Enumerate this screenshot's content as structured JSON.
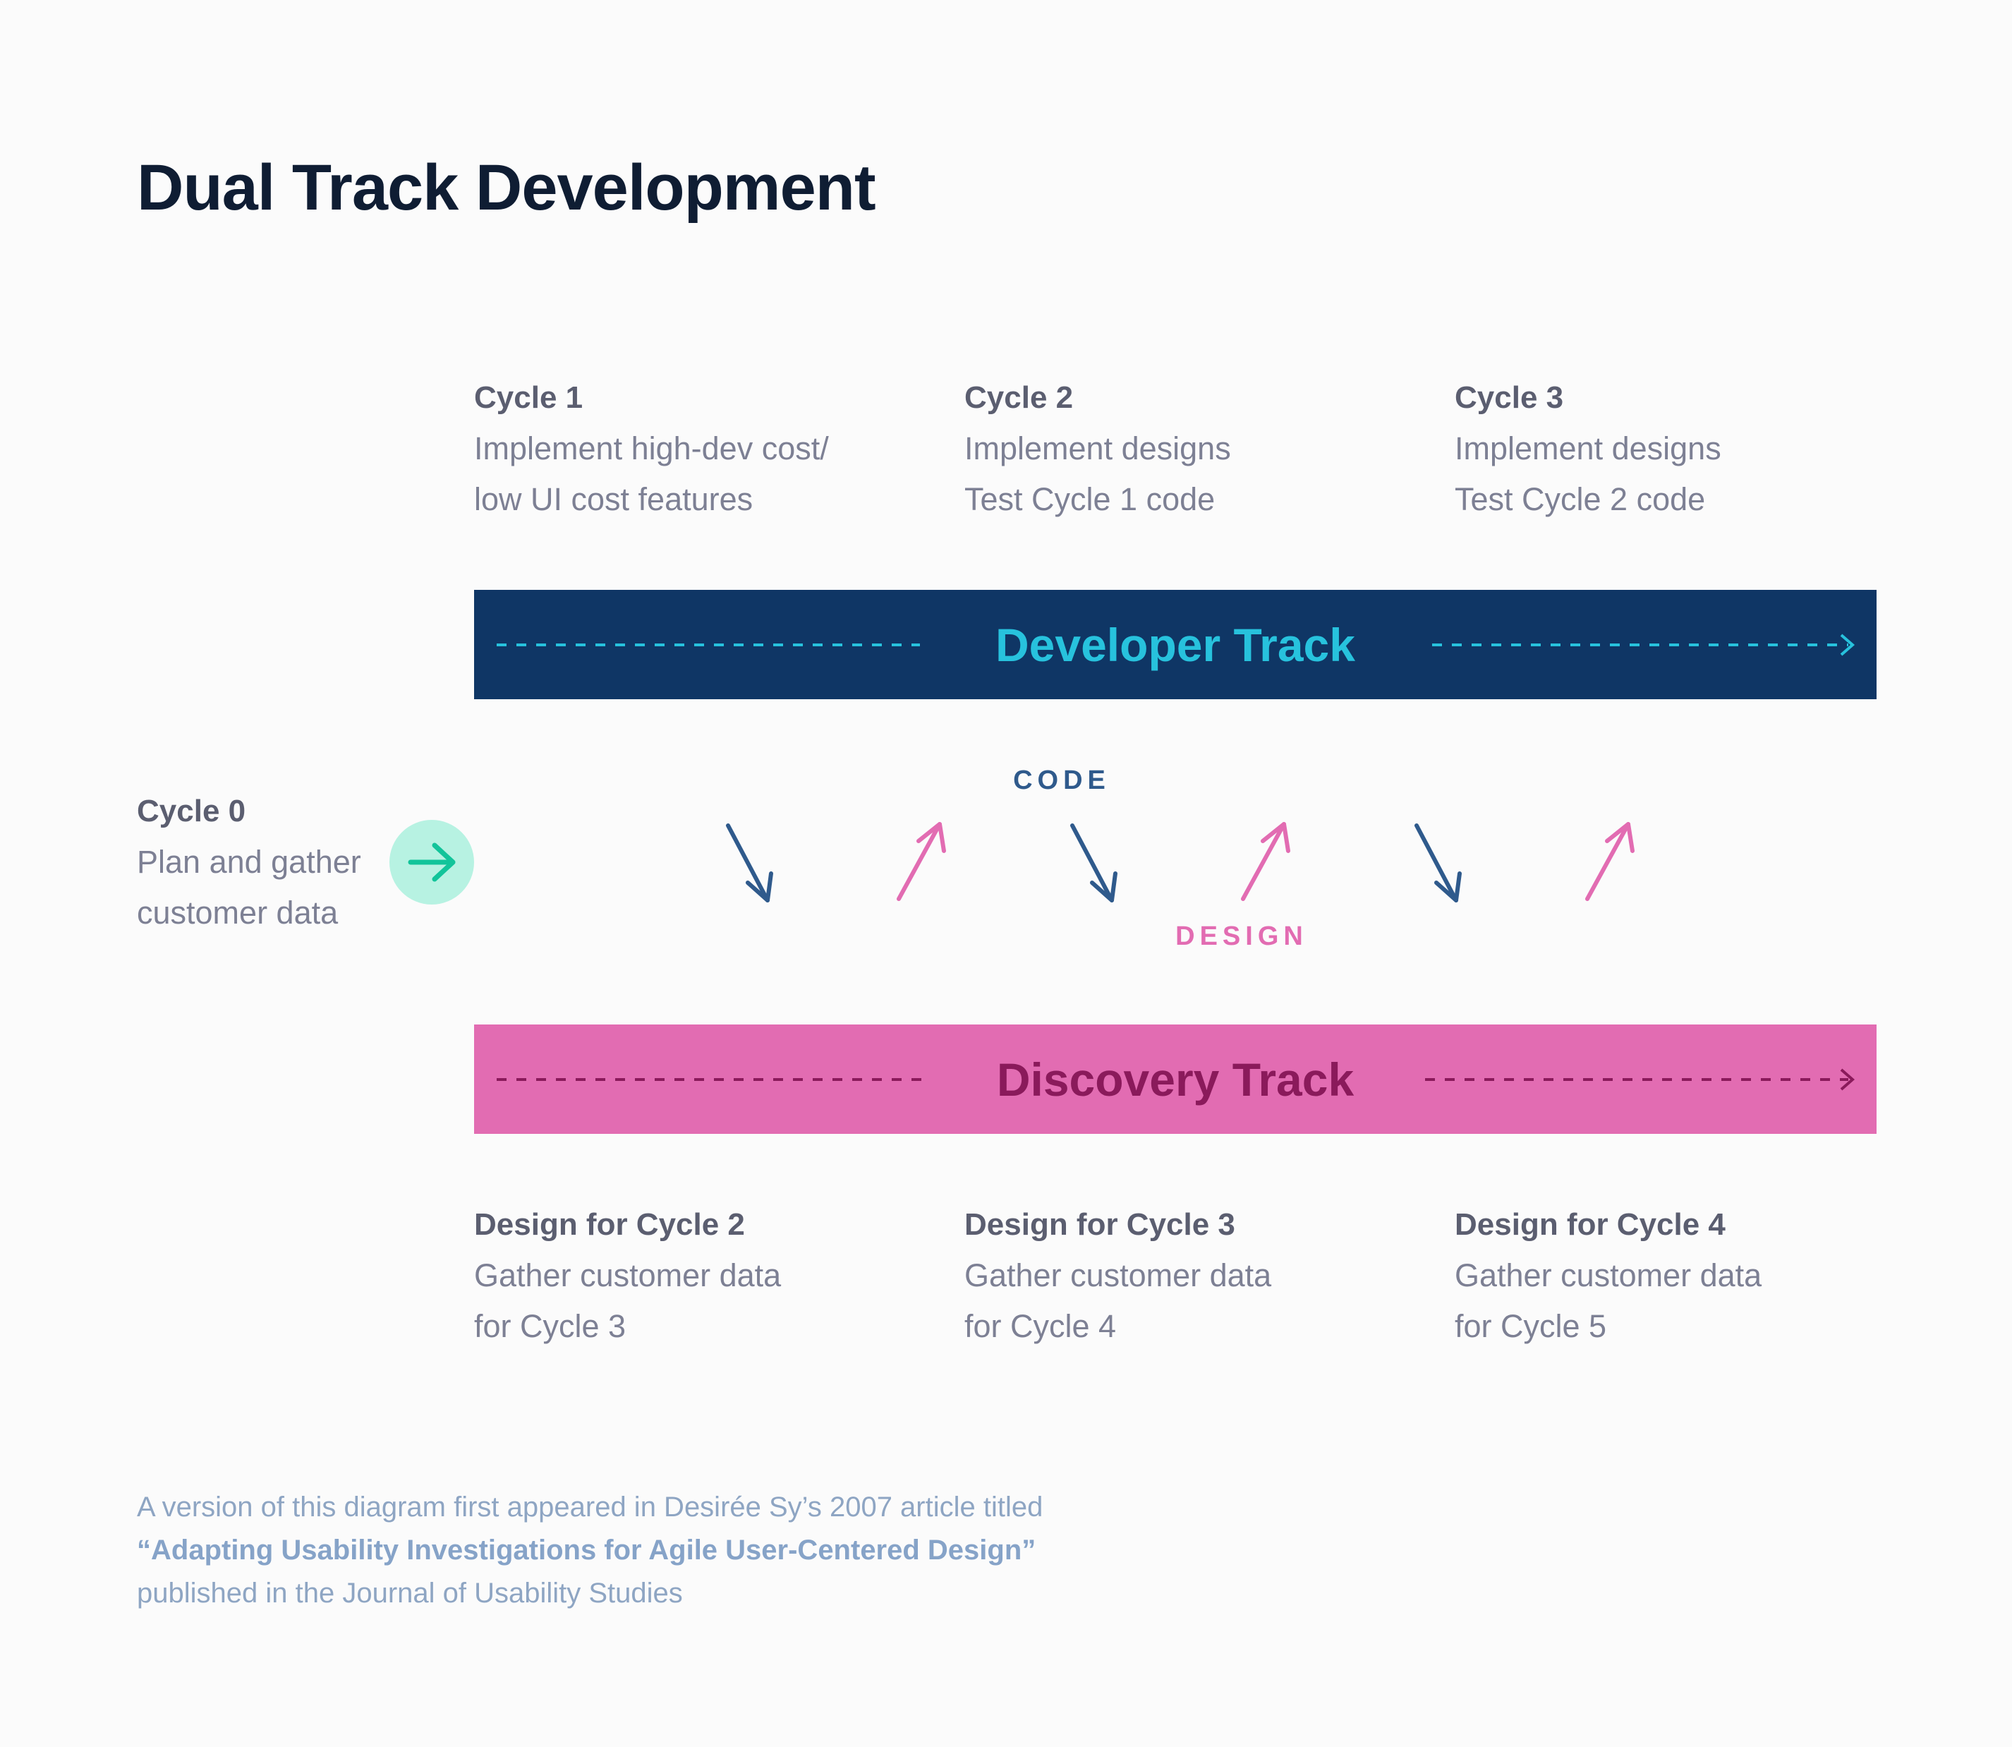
{
  "title": "Dual Track Development",
  "cycle0": {
    "heading": "Cycle 0",
    "lines": [
      "Plan and gather",
      "customer data"
    ]
  },
  "developer_cycles": [
    {
      "heading": "Cycle 1",
      "lines": [
        "Implement high-dev cost/",
        "low UI cost features"
      ]
    },
    {
      "heading": "Cycle 2",
      "lines": [
        "Implement designs",
        "Test Cycle 1 code"
      ]
    },
    {
      "heading": "Cycle 3",
      "lines": [
        "Implement designs",
        "Test Cycle 2 code"
      ]
    }
  ],
  "developer_track": {
    "label": "Developer Track",
    "color": "#0f3665",
    "text_color": "#27c2dd"
  },
  "discovery_track": {
    "label": "Discovery Track",
    "color": "#e26cb2",
    "text_color": "#8a1a5b"
  },
  "code_label": "CODE",
  "design_label": "DESIGN",
  "design_cycles": [
    {
      "heading": "Design for Cycle 2",
      "lines": [
        "Gather customer data",
        "for Cycle 3"
      ]
    },
    {
      "heading": "Design for Cycle 3",
      "lines": [
        "Gather customer data",
        "for Cycle 4"
      ]
    },
    {
      "heading": "Design for Cycle 4",
      "lines": [
        "Gather customer data",
        "for Cycle 5"
      ]
    }
  ],
  "caption": {
    "line1": "A version of this diagram first appeared in Desirée Sy’s 2007 article titled",
    "line2": "“Adapting Usability Investigations for Agile User-Centered Design”",
    "line3": "published in the Journal of Usability Studies"
  },
  "icons": {
    "start": "arrow-right-icon",
    "code_flow": "arrow-down-right-icon",
    "design_flow": "arrow-up-right-icon"
  },
  "colors": {
    "code_arrow": "#2f5a8c",
    "design_arrow": "#e26cb2",
    "start_circle": "#b7f2e2",
    "start_arrow": "#12c49a"
  }
}
